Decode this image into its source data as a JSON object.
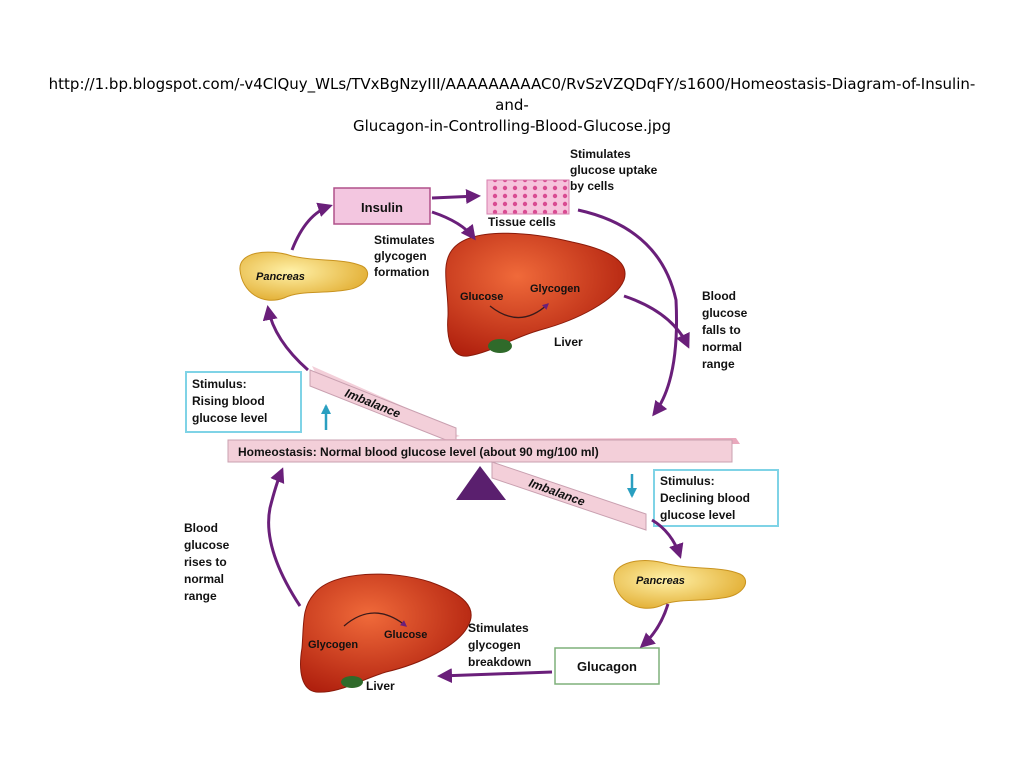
{
  "caption": {
    "line1": "http://1.bp.blogspot.com/-v4ClQuy_WLs/TVxBgNzyIII/AAAAAAAAAC0/RvSzVZQDqFY/s1600/Homeostasis-Diagram-of-Insulin-and-",
    "line2": "Glucagon-in-Controlling-Blood-Glucose.jpg"
  },
  "diagram": {
    "insulin": "Insulin",
    "glucagon": "Glucagon",
    "pancreas_top": "Pancreas",
    "pancreas_bottom": "Pancreas",
    "tissue_cells": "Tissue cells",
    "stim_uptake": [
      "Stimulates",
      "glucose uptake",
      "by cells"
    ],
    "stim_formation": [
      "Stimulates",
      "glycogen",
      "formation"
    ],
    "stim_breakdown": [
      "Stimulates",
      "glycogen",
      "breakdown"
    ],
    "liver_top": {
      "glucose": "Glucose",
      "glycogen": "Glycogen",
      "label": "Liver"
    },
    "liver_bottom": {
      "glycogen": "Glycogen",
      "glucose": "Glucose",
      "label": "Liver"
    },
    "falls": [
      "Blood",
      "glucose",
      "falls to",
      "normal",
      "range"
    ],
    "rises": [
      "Blood",
      "glucose",
      "rises to",
      "normal",
      "range"
    ],
    "stimulus_rising": [
      "Stimulus:",
      "Rising blood",
      "glucose level"
    ],
    "stimulus_declining": [
      "Stimulus:",
      "Declining blood",
      "glucose level"
    ],
    "homeostasis": "Homeostasis: Normal blood glucose level (about 90 mg/100 ml)",
    "imbalance_top": "Imbalance",
    "imbalance_bottom": "Imbalance"
  },
  "colors": {
    "arrow": "#6a1f7a",
    "liver": "#d83a1c",
    "pancreas": "#f2c94c",
    "box_pink": "#f3c6e0",
    "box_blue_border": "#7fd3e6",
    "fulcrum": "#5a1f6e",
    "beam": "#f3cfd9"
  }
}
